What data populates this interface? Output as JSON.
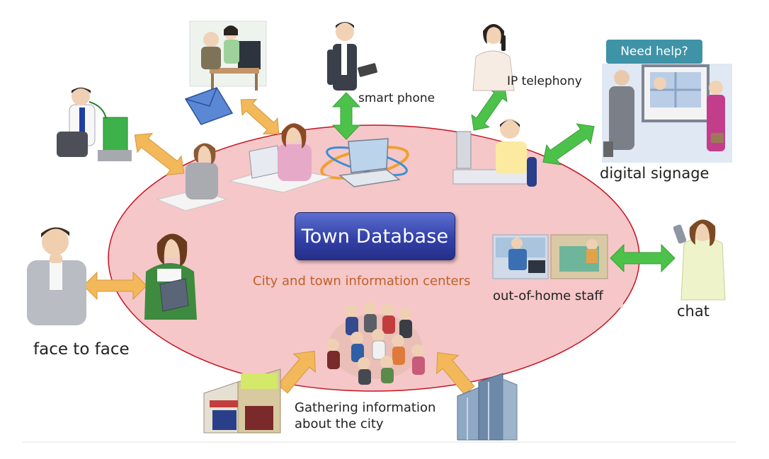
{
  "diagram": {
    "center": {
      "title": "Town Database",
      "subtitle": "City and town information centers"
    },
    "channels": {
      "smart_phone": "smart phone",
      "ip_telephony": "IP telephony",
      "digital_signage": "digital signage",
      "need_help": "Need help?",
      "chat": "chat",
      "out_of_home_staff": "out-of-home staff",
      "face_to_face": "face to face",
      "gathering": [
        "Gathering information",
        "about the city"
      ]
    }
  },
  "colors": {
    "ellipse_fill": "#f5c7c9",
    "ellipse_stroke": "#c8121e",
    "arrow_green": "#4cc24a",
    "arrow_orange": "#f2b85a",
    "db_box": "#3341a8",
    "bubble": "#3f93a6",
    "centers_text": "#c0602a"
  }
}
